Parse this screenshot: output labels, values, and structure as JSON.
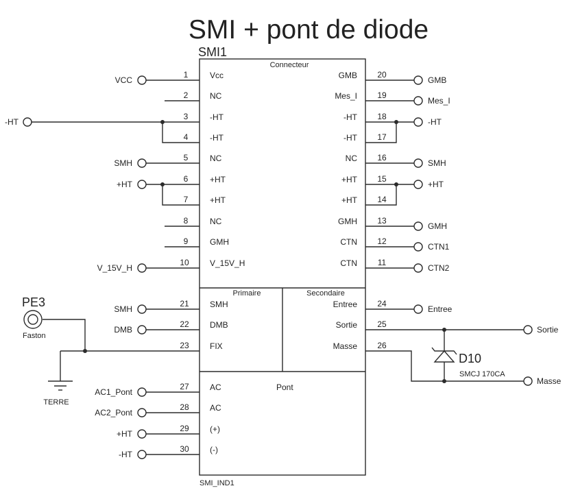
{
  "title": "SMI + pont de diode",
  "component_ref": "SMI1",
  "component_footer": "SMI_IND1",
  "sections": {
    "connecteur": "Connecteur",
    "primaire": "Primaire",
    "secondaire": "Secondaire",
    "pont": "Pont"
  },
  "left_pins": [
    {
      "num": "1",
      "label": "Vcc"
    },
    {
      "num": "2",
      "label": "NC"
    },
    {
      "num": "3",
      "label": "-HT"
    },
    {
      "num": "4",
      "label": "-HT"
    },
    {
      "num": "5",
      "label": "NC"
    },
    {
      "num": "6",
      "label": "+HT"
    },
    {
      "num": "7",
      "label": "+HT"
    },
    {
      "num": "8",
      "label": "NC"
    },
    {
      "num": "9",
      "label": "GMH"
    },
    {
      "num": "10",
      "label": "V_15V_H"
    },
    {
      "num": "21",
      "label": "SMH"
    },
    {
      "num": "22",
      "label": "DMB"
    },
    {
      "num": "23",
      "label": "FIX"
    },
    {
      "num": "27",
      "label": "AC"
    },
    {
      "num": "28",
      "label": "AC"
    },
    {
      "num": "29",
      "label": "(+)"
    },
    {
      "num": "30",
      "label": "(-)"
    }
  ],
  "right_pins": [
    {
      "num": "20",
      "label": "GMB"
    },
    {
      "num": "19",
      "label": "Mes_I"
    },
    {
      "num": "18",
      "label": "-HT"
    },
    {
      "num": "17",
      "label": "-HT"
    },
    {
      "num": "16",
      "label": "NC"
    },
    {
      "num": "15",
      "label": "+HT"
    },
    {
      "num": "14",
      "label": "+HT"
    },
    {
      "num": "13",
      "label": "GMH"
    },
    {
      "num": "12",
      "label": "CTN"
    },
    {
      "num": "11",
      "label": "CTN"
    },
    {
      "num": "24",
      "label": "Entree"
    },
    {
      "num": "25",
      "label": "Sortie"
    },
    {
      "num": "26",
      "label": "Masse"
    }
  ],
  "left_nets": [
    "VCC",
    "-HT",
    "SMH",
    "+HT",
    "V_15V_H",
    "SMH",
    "DMB",
    "AC1_Pont",
    "AC2_Pont",
    "+HT",
    "-HT"
  ],
  "right_nets": [
    "GMB",
    "Mes_I",
    "-HT",
    "SMH",
    "+HT",
    "GMH",
    "CTN1",
    "CTN2",
    "Entree",
    "Sortie",
    "Masse"
  ],
  "connector": {
    "ref": "PE3",
    "type": "Faston"
  },
  "ground": {
    "label": "TERRE"
  },
  "diode": {
    "ref": "D10",
    "part": "SMCJ 170CA"
  },
  "colors": {
    "line": "#2b2b2b",
    "background": "#ffffff"
  }
}
